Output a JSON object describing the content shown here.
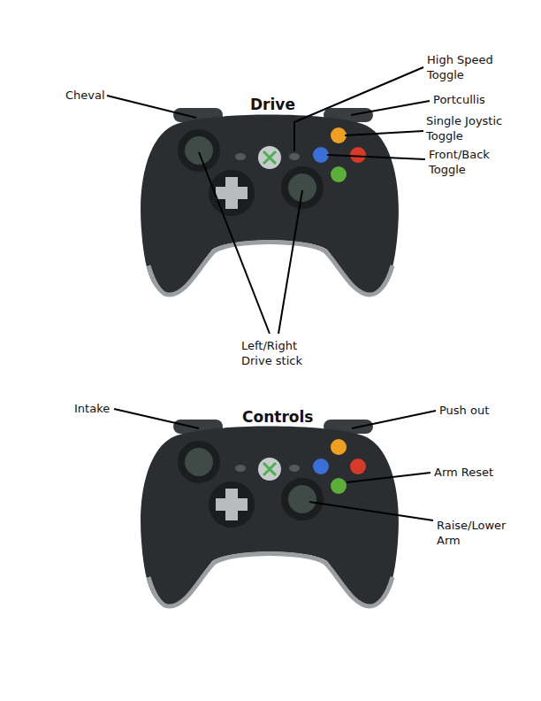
{
  "diagram": {
    "labels": [
      "Drive",
      "Cheval",
      "High Speed Toggle",
      "Portcullis",
      "Single Joystic Toggle",
      "Front/Back Toggle",
      "Left/Right Drive stick",
      "Controls",
      "Intake",
      "Push out",
      "Arm Reset",
      "Raise/Lower Arm"
    ]
  }
}
